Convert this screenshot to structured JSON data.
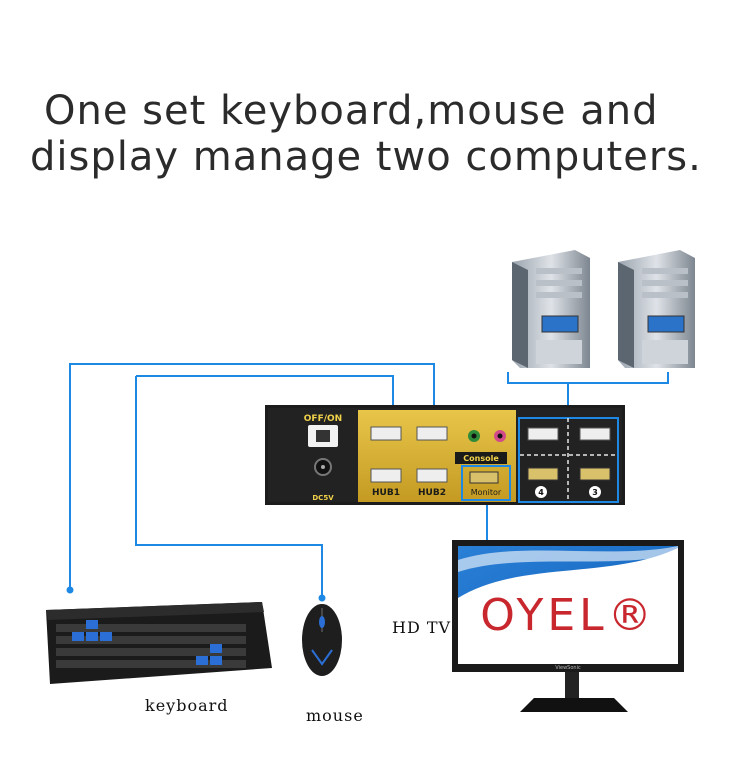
{
  "headline": {
    "line1": "One set keyboard,mouse and",
    "line2": "display manage two computers."
  },
  "kvm": {
    "power_label": "OFF/ON",
    "dc_label": "DC5V",
    "hub1_label": "HUB1",
    "hub2_label": "HUB2",
    "console_label": "Console",
    "monitor_label": "Monitor",
    "pc_port_a": "4",
    "pc_port_b": "3"
  },
  "monitor": {
    "brand_logo": "OYEL®",
    "bezel_brand": "ViewSonic"
  },
  "labels": {
    "hdtv": "HD  TV",
    "keyboard": "keyboard",
    "mouse": "mouse"
  },
  "colors": {
    "cable": "#1e88e5",
    "gold_panel": "#d8b43a",
    "device_body": "#1c1c1c"
  }
}
